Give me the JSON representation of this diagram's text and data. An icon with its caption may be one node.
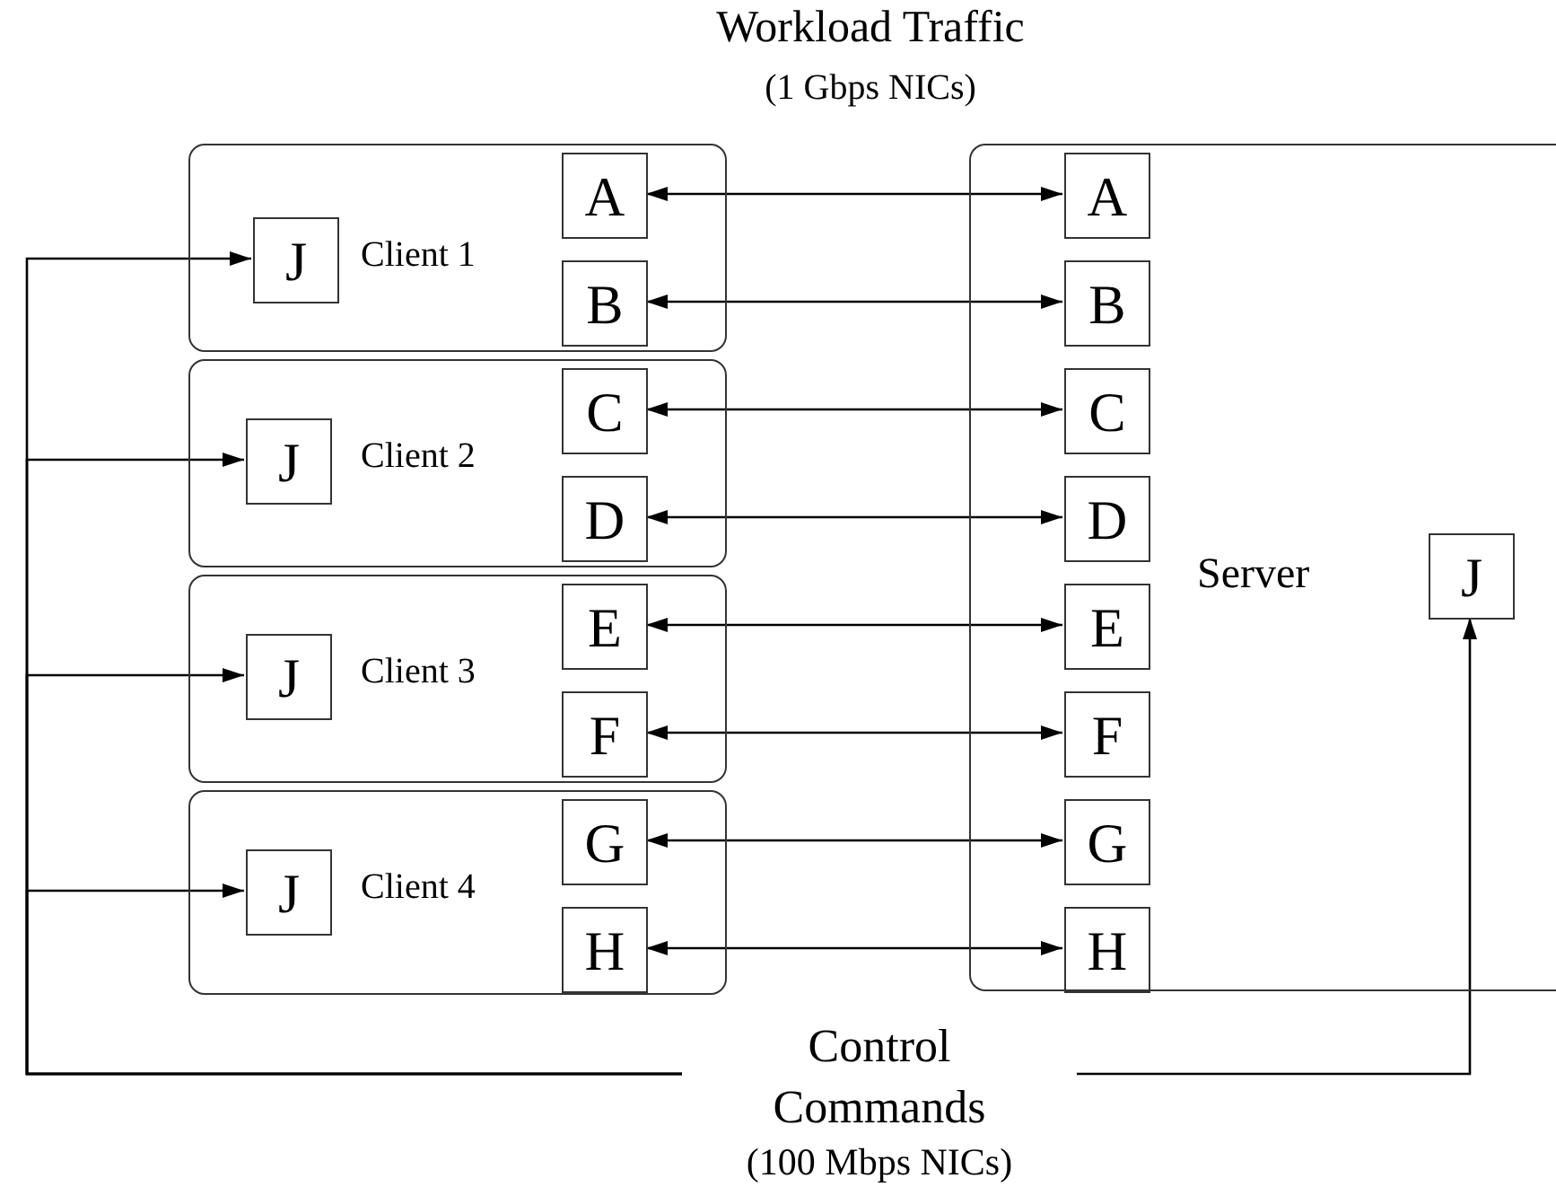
{
  "diagram": {
    "title": "Workload Traffic",
    "nodes": [
      {
        "text": [
          "Client 1"
        ]
      },
      {
        "text": [
          "J"
        ],
        "in": 0
      },
      {
        "text": [
          "A"
        ],
        "in": 0
      },
      {
        "text": [
          "B"
        ],
        "in": 0
      },
      {
        "text": [
          "Client 2"
        ]
      },
      {
        "text": [
          "J"
        ],
        "in": 4
      },
      {
        "text": [
          "C"
        ],
        "in": 4
      },
      {
        "text": [
          "D"
        ],
        "in": 4
      },
      {
        "text": [
          "Client 3"
        ]
      },
      {
        "text": [
          "J"
        ],
        "in": 8
      },
      {
        "text": [
          "E"
        ],
        "in": 8
      },
      {
        "text": [
          "F"
        ],
        "in": 8
      },
      {
        "text": [
          "Client 4"
        ]
      },
      {
        "text": [
          "J"
        ],
        "in": 12
      },
      {
        "text": [
          "G"
        ],
        "in": 12
      },
      {
        "text": [
          "H"
        ],
        "in": 12
      },
      {
        "text": [
          "Server"
        ]
      },
      {
        "text": [
          "A"
        ],
        "in": 16
      },
      {
        "text": [
          "B"
        ],
        "in": 16
      },
      {
        "text": [
          "C"
        ],
        "in": 16
      },
      {
        "text": [
          "D"
        ],
        "in": 16
      },
      {
        "text": [
          "E"
        ],
        "in": 16
      },
      {
        "text": [
          "F"
        ],
        "in": 16
      },
      {
        "text": [
          "G"
        ],
        "in": 16
      },
      {
        "text": [
          "H"
        ],
        "in": 16
      },
      {
        "text": [
          "J"
        ],
        "in": 16
      },
      {
        "text": [
          "Control Commands",
          "(100 Mbps NICs)"
        ]
      }
    ],
    "edges": [
      {
        "from": 2,
        "to": 17,
        "arrow": "both"
      },
      {
        "from": 3,
        "to": 18,
        "arrow": "both"
      },
      {
        "from": 6,
        "to": 19,
        "arrow": "both"
      },
      {
        "from": 7,
        "to": 20,
        "arrow": "both"
      },
      {
        "from": 10,
        "to": 21,
        "arrow": "both"
      },
      {
        "from": 11,
        "to": 22,
        "arrow": "both"
      },
      {
        "from": 14,
        "to": 23,
        "arrow": "both"
      },
      {
        "from": 15,
        "to": 24,
        "arrow": "both"
      },
      {
        "from": 26,
        "to": 1,
        "arrow": "to"
      },
      {
        "from": 26,
        "to": 5,
        "arrow": "to"
      },
      {
        "from": 26,
        "to": 9,
        "arrow": "to"
      },
      {
        "from": 26,
        "to": 13,
        "arrow": "to"
      },
      {
        "from": 26,
        "to": 25,
        "arrow": "to"
      }
    ],
    "labels": [
      "(1 Gbps NICs)"
    ]
  }
}
